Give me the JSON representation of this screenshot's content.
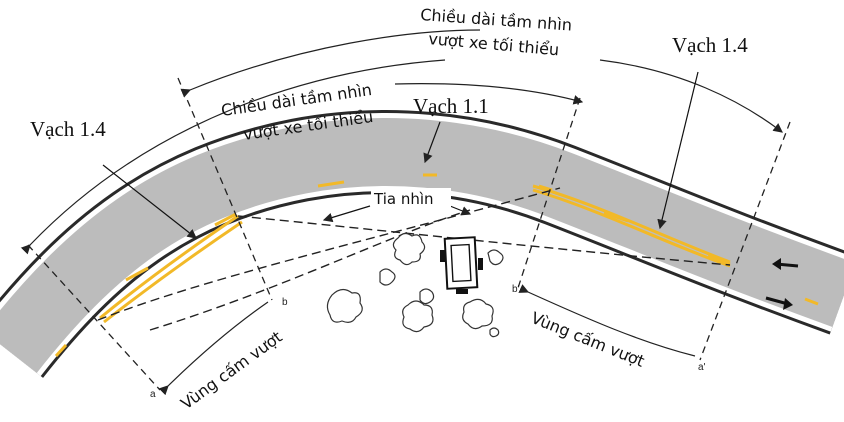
{
  "labels": {
    "vach_1_4_left": "Vạch 1.4",
    "vach_1_4_right": "Vạch 1.4",
    "vach_1_1": "Vạch 1.1",
    "tia_nhin": "Tia nhìn",
    "sight_left_line1": "Chiều dài tầm nhìn",
    "sight_left_line2": "vượt xe tối thiểu",
    "sight_right_line1": "Chiều dài tầm nhìn",
    "sight_right_line2": "vượt xe tối thiểu",
    "no_pass_left": "Vùng cấm vượt",
    "no_pass_right": "Vùng cấm vượt",
    "mark_a": "a",
    "mark_b": "b",
    "mark_a_prime": "a'",
    "mark_b_prime": "b'"
  },
  "colors": {
    "road": "#bcbcbc",
    "edge": "#2a2a2a",
    "yellow": "#f2b928",
    "white": "#ffffff"
  }
}
